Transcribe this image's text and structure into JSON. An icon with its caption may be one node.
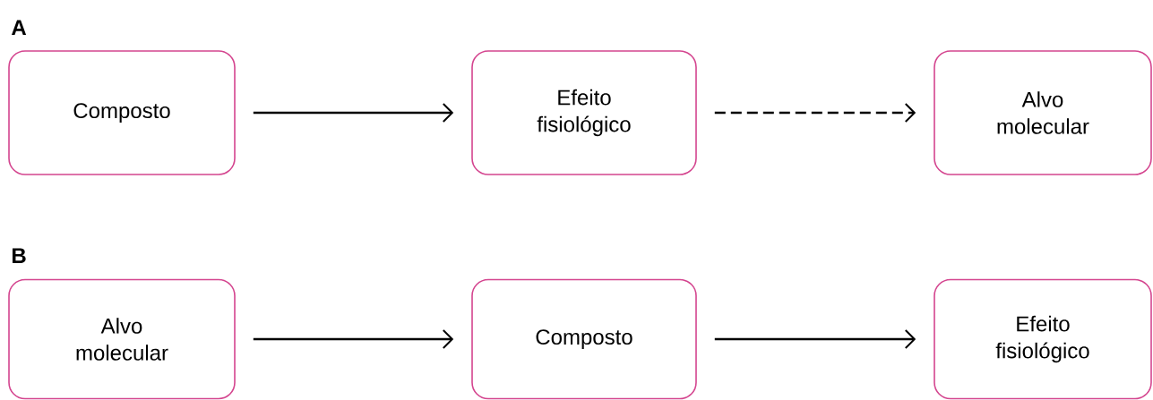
{
  "diagram": {
    "nodes": [
      {
        "text": [
          "Composto"
        ]
      },
      {
        "text": [
          "Efeito fisiológico"
        ]
      },
      {
        "text": [
          "Alvo molecular"
        ]
      },
      {
        "text": [
          "Alvo molecular"
        ]
      },
      {
        "text": [
          "Composto"
        ]
      },
      {
        "text": [
          "Efeito fisiológico"
        ]
      }
    ],
    "edges": [
      {
        "from": 0,
        "to": 1,
        "arrow": "to"
      },
      {
        "from": 1,
        "to": 2,
        "arrow": "to",
        "style": "dashed"
      },
      {
        "from": 3,
        "to": 4,
        "arrow": "to"
      },
      {
        "from": 4,
        "to": 5,
        "arrow": "to"
      }
    ],
    "labels": [
      "A",
      "B"
    ]
  }
}
